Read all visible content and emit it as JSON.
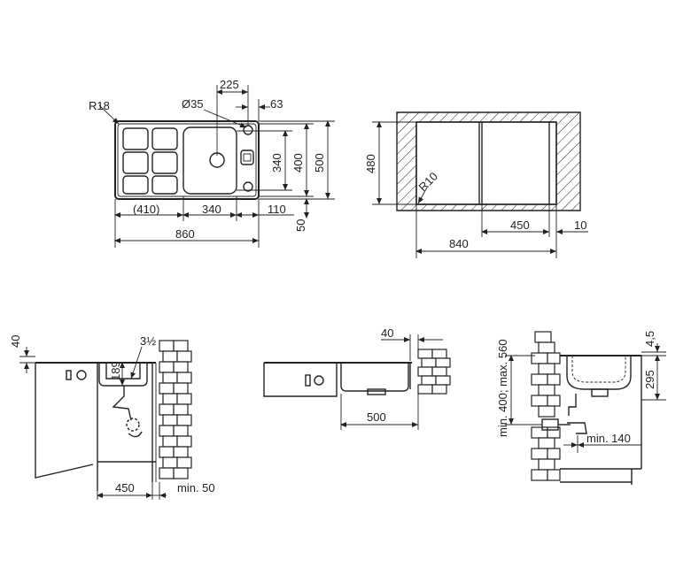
{
  "top_left": {
    "radius_label": "R18",
    "hole_label": "Ø35",
    "dim_top_a": "225",
    "dim_top_b": "63",
    "dim_inner_h": "340",
    "dim_outer_h": "400",
    "dim_total_h": "500",
    "dim_bowl_offset": "50",
    "dim_drainer": "(410)",
    "dim_bowl_w": "340",
    "dim_right": "110",
    "dim_total_w": "860"
  },
  "top_right": {
    "dim_height": "480",
    "radius_label": "R10",
    "dim_inner": "450",
    "dim_edge": "10",
    "dim_total": "840"
  },
  "bottom_left": {
    "dim_rim": "40",
    "dim_depth": "189",
    "dim_fitting": "3½",
    "dim_width": "450",
    "dim_min": "min. 50"
  },
  "bottom_middle": {
    "dim_rim": "40",
    "dim_width": "500"
  },
  "bottom_right": {
    "dim_rim": "4,5",
    "dim_depth": "295",
    "dim_vertical": "min. 400; max. 560",
    "dim_min": "min. 140"
  }
}
